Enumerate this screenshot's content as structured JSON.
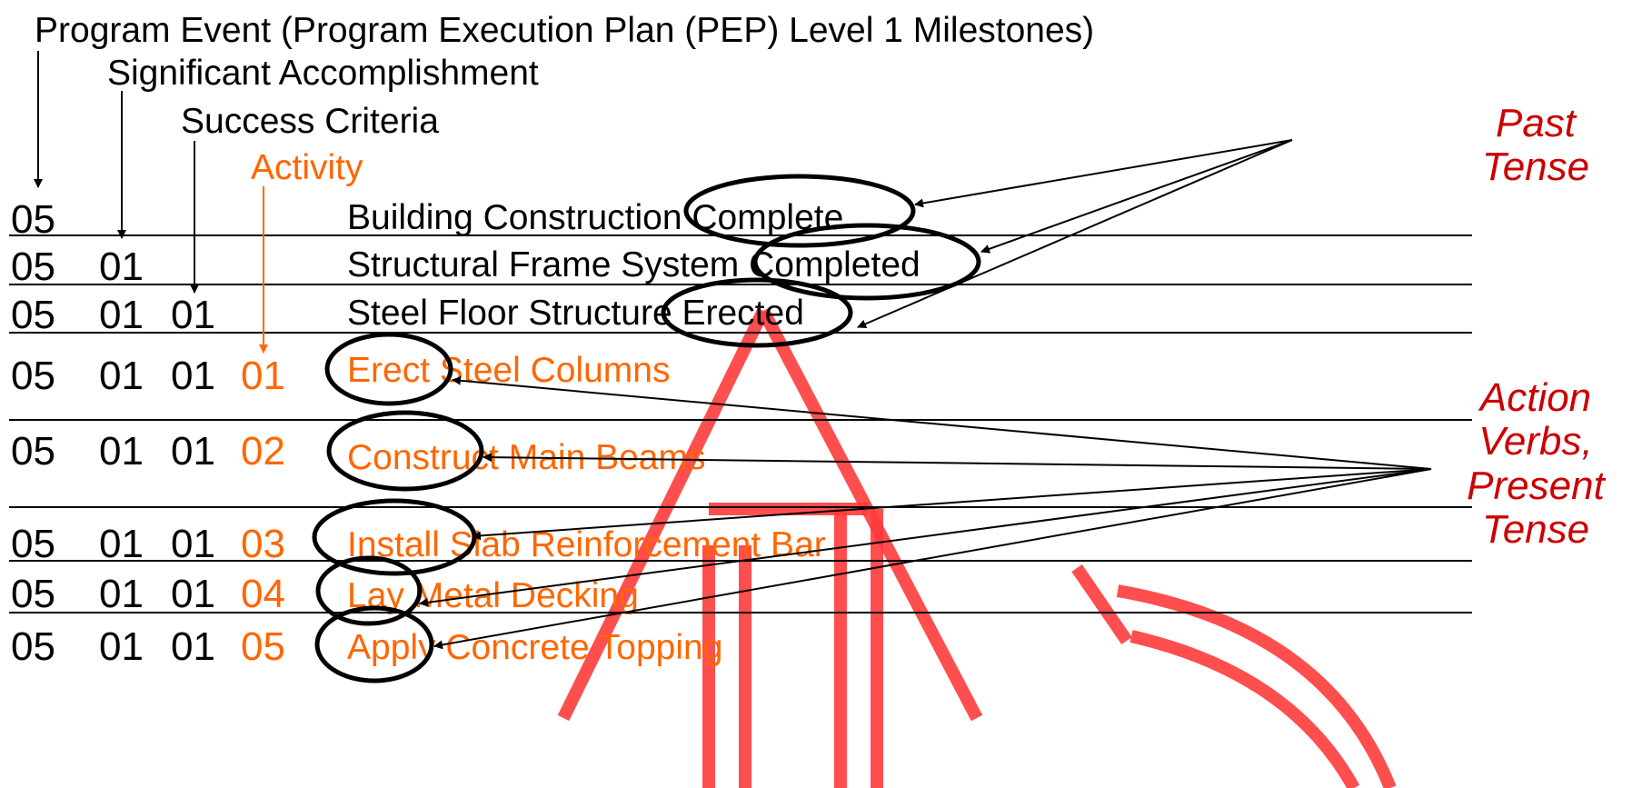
{
  "colors": {
    "text": "#000000",
    "activity": "#ff6600",
    "note": "#cc0000",
    "watermark": "#ff3b3b"
  },
  "header": {
    "program_event": "Program Event (Program Execution Plan (PEP) Level 1 Milestones)",
    "significant_accomplishment": "Significant Accomplishment",
    "success_criteria": "Success Criteria",
    "activity": "Activity"
  },
  "rows": [
    {
      "codes": [
        "05"
      ],
      "text": "Building Construction Complete"
    },
    {
      "codes": [
        "05",
        "01"
      ],
      "text": "Structural Frame System Completed"
    },
    {
      "codes": [
        "05",
        "01",
        "01"
      ],
      "text": "Steel Floor Structure Erected"
    },
    {
      "codes": [
        "05",
        "01",
        "01",
        "01"
      ],
      "text": "Erect Steel Columns"
    },
    {
      "codes": [
        "05",
        "01",
        "01",
        "02"
      ],
      "text": "Construct Main Beams"
    },
    {
      "codes": [
        "05",
        "01",
        "01",
        "03"
      ],
      "text": "Install Slab Reinforcement Bar"
    },
    {
      "codes": [
        "05",
        "01",
        "01",
        "04"
      ],
      "text": "Lay Metal Decking"
    },
    {
      "codes": [
        "05",
        "01",
        "01",
        "05"
      ],
      "text": "Apply Concrete Topping"
    }
  ],
  "notes": {
    "past_tense": [
      "Past",
      "Tense"
    ],
    "action_verbs": [
      "Action",
      "Verbs,",
      "Present",
      "Tense"
    ]
  }
}
